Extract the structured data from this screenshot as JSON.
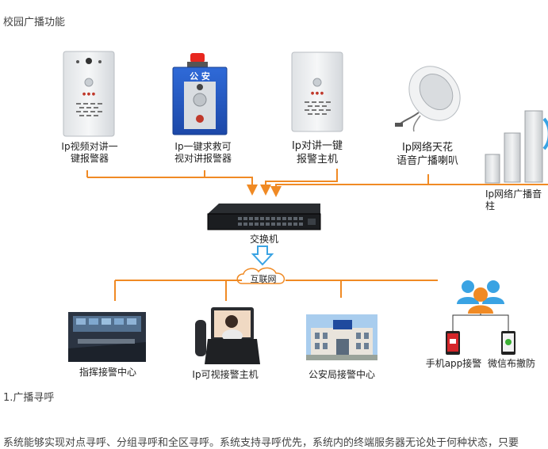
{
  "page": {
    "title": "校园广播功能",
    "section_title": "1.广播寻呼",
    "body_text": "系统能够实现对点寻呼、分组寻呼和全区寻呼。系统支持寻呼优先，系统内的终端服务器无论处于何种状态，只要"
  },
  "diagram": {
    "devices_top": [
      {
        "name": "ip-video-intercom",
        "lines": [
          "Ip视频对讲一",
          "键报警器"
        ]
      },
      {
        "name": "one-key-rescue",
        "lines": [
          "Ip一键求救可",
          "视对讲报警器"
        ]
      },
      {
        "name": "ip-intercom-host",
        "lines": [
          "Ip对讲一键",
          "报警主机"
        ]
      },
      {
        "name": "ceiling-speaker",
        "lines": [
          "Ip网络天花",
          "语音广播喇叭"
        ]
      },
      {
        "name": "column-speaker",
        "lines": [
          "Ip网络广播音柱"
        ]
      }
    ],
    "panel_text": "公 安",
    "switch_label": "交换机",
    "cloud_label": "互联网",
    "devices_bottom": [
      {
        "name": "command-center",
        "label": "指挥接警中心"
      },
      {
        "name": "video-host",
        "label": "Ip可视接警主机"
      },
      {
        "name": "police-center",
        "label": "公安局接警中心"
      },
      {
        "name": "mobile-app",
        "label": "手机app接警"
      },
      {
        "name": "wechat",
        "label": "微信布撤防"
      }
    ],
    "colors": {
      "line": "#f08a24",
      "arrow_blue": "#3aa3e3"
    }
  }
}
